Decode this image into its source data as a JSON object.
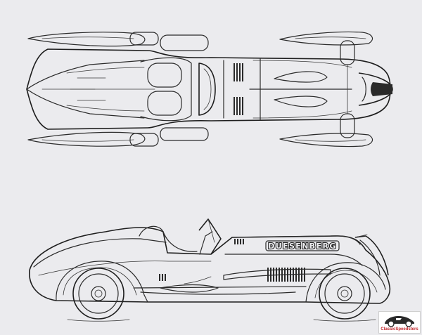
{
  "drawing": {
    "nameplate": "DUESENBERG",
    "views": [
      "plan-view",
      "side-elevation"
    ]
  },
  "watermark": {
    "text": "ClassicSpeedsters",
    "color": "#c0272d"
  },
  "colors": {
    "paper": "#ebebee",
    "ink": "#2b2b2b"
  }
}
